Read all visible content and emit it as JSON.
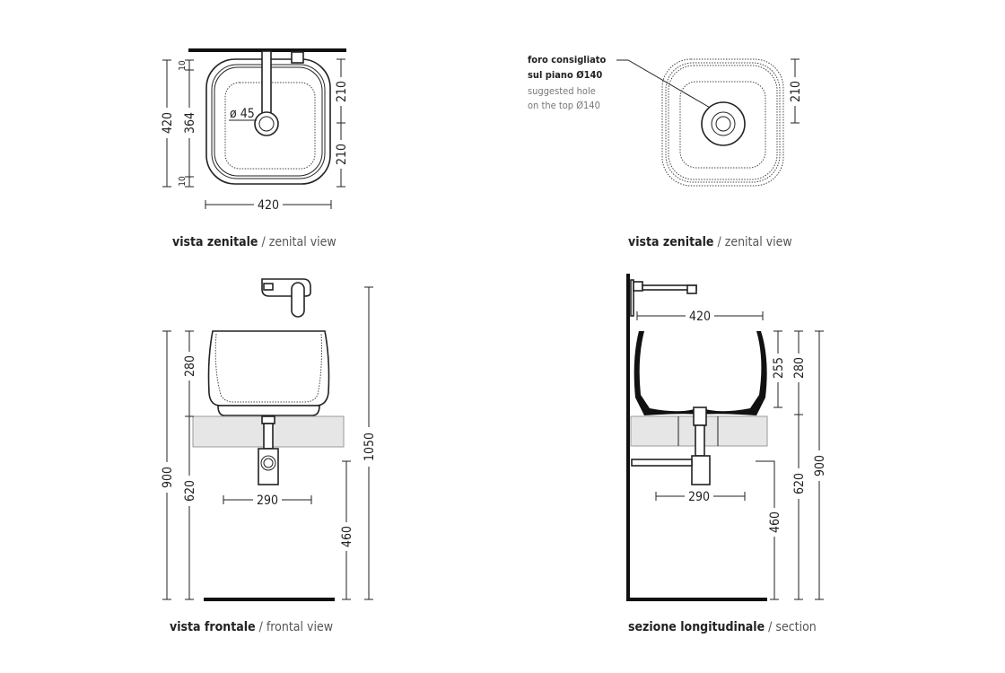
{
  "views": {
    "top_left": {
      "caption_bold": "vista zenitale",
      "caption_rest": " / zenital view",
      "diameter_label": "ø 45",
      "dims": {
        "overall_height": "420",
        "inner_height": "364",
        "top_margin": "10",
        "bottom_margin": "10",
        "half_top": "210",
        "half_bottom": "210",
        "width": "420"
      }
    },
    "top_right": {
      "caption_bold": "vista zenitale",
      "caption_rest": " / zenital view",
      "note_it_1": "foro consigliato",
      "note_it_2": "sul piano Ø140",
      "note_en_1": "suggested hole",
      "note_en_2": "on the top Ø140",
      "dims": {
        "half": "210"
      }
    },
    "bottom_left": {
      "caption_bold": "vista frontale",
      "caption_rest": " / frontal view",
      "dims": {
        "total": "900",
        "basin": "280",
        "counter": "620",
        "trap_width": "290",
        "trap_height": "460",
        "faucet_height": "1050"
      }
    },
    "bottom_right": {
      "caption_bold": "sezione longitudinale",
      "caption_rest": " / section",
      "dims": {
        "width": "420",
        "inner_depth": "255",
        "basin": "280",
        "total": "900",
        "counter": "620",
        "trap_height": "460",
        "trap_width": "290"
      }
    }
  }
}
